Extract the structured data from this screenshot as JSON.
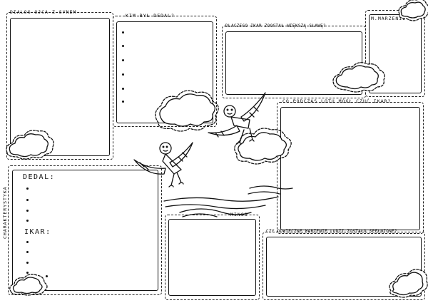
{
  "labels": {
    "dialog": "DIALOG OJCA Z SYNEM",
    "kim": "KIM BYŁ DEDAL?",
    "dlaczego": "DLACZEGO IKAR ZOOSTAŁ WIĘKSZĄ SŁAWĘ?",
    "marzenie": "M.MARZENIE",
    "co_podczas": "CO PODCZAS LOTU MÓGŁ CZUĆ IKAR?",
    "charakterystyka": "CHARAKTERYSTYKA",
    "dedal": "DEDAL:",
    "ikar": "IKAR:",
    "minos": "MINOS",
    "czy_odwieczne": "CZY ODWIECZNE MARZENIE LUDZI ZOSTAŁO SPEŁNIONE?"
  },
  "icons": [
    "cloud-icon",
    "flying-figure-icon",
    "sea-waves-icon"
  ],
  "colors": {
    "ink": "#111111",
    "paper": "#ffffff"
  }
}
